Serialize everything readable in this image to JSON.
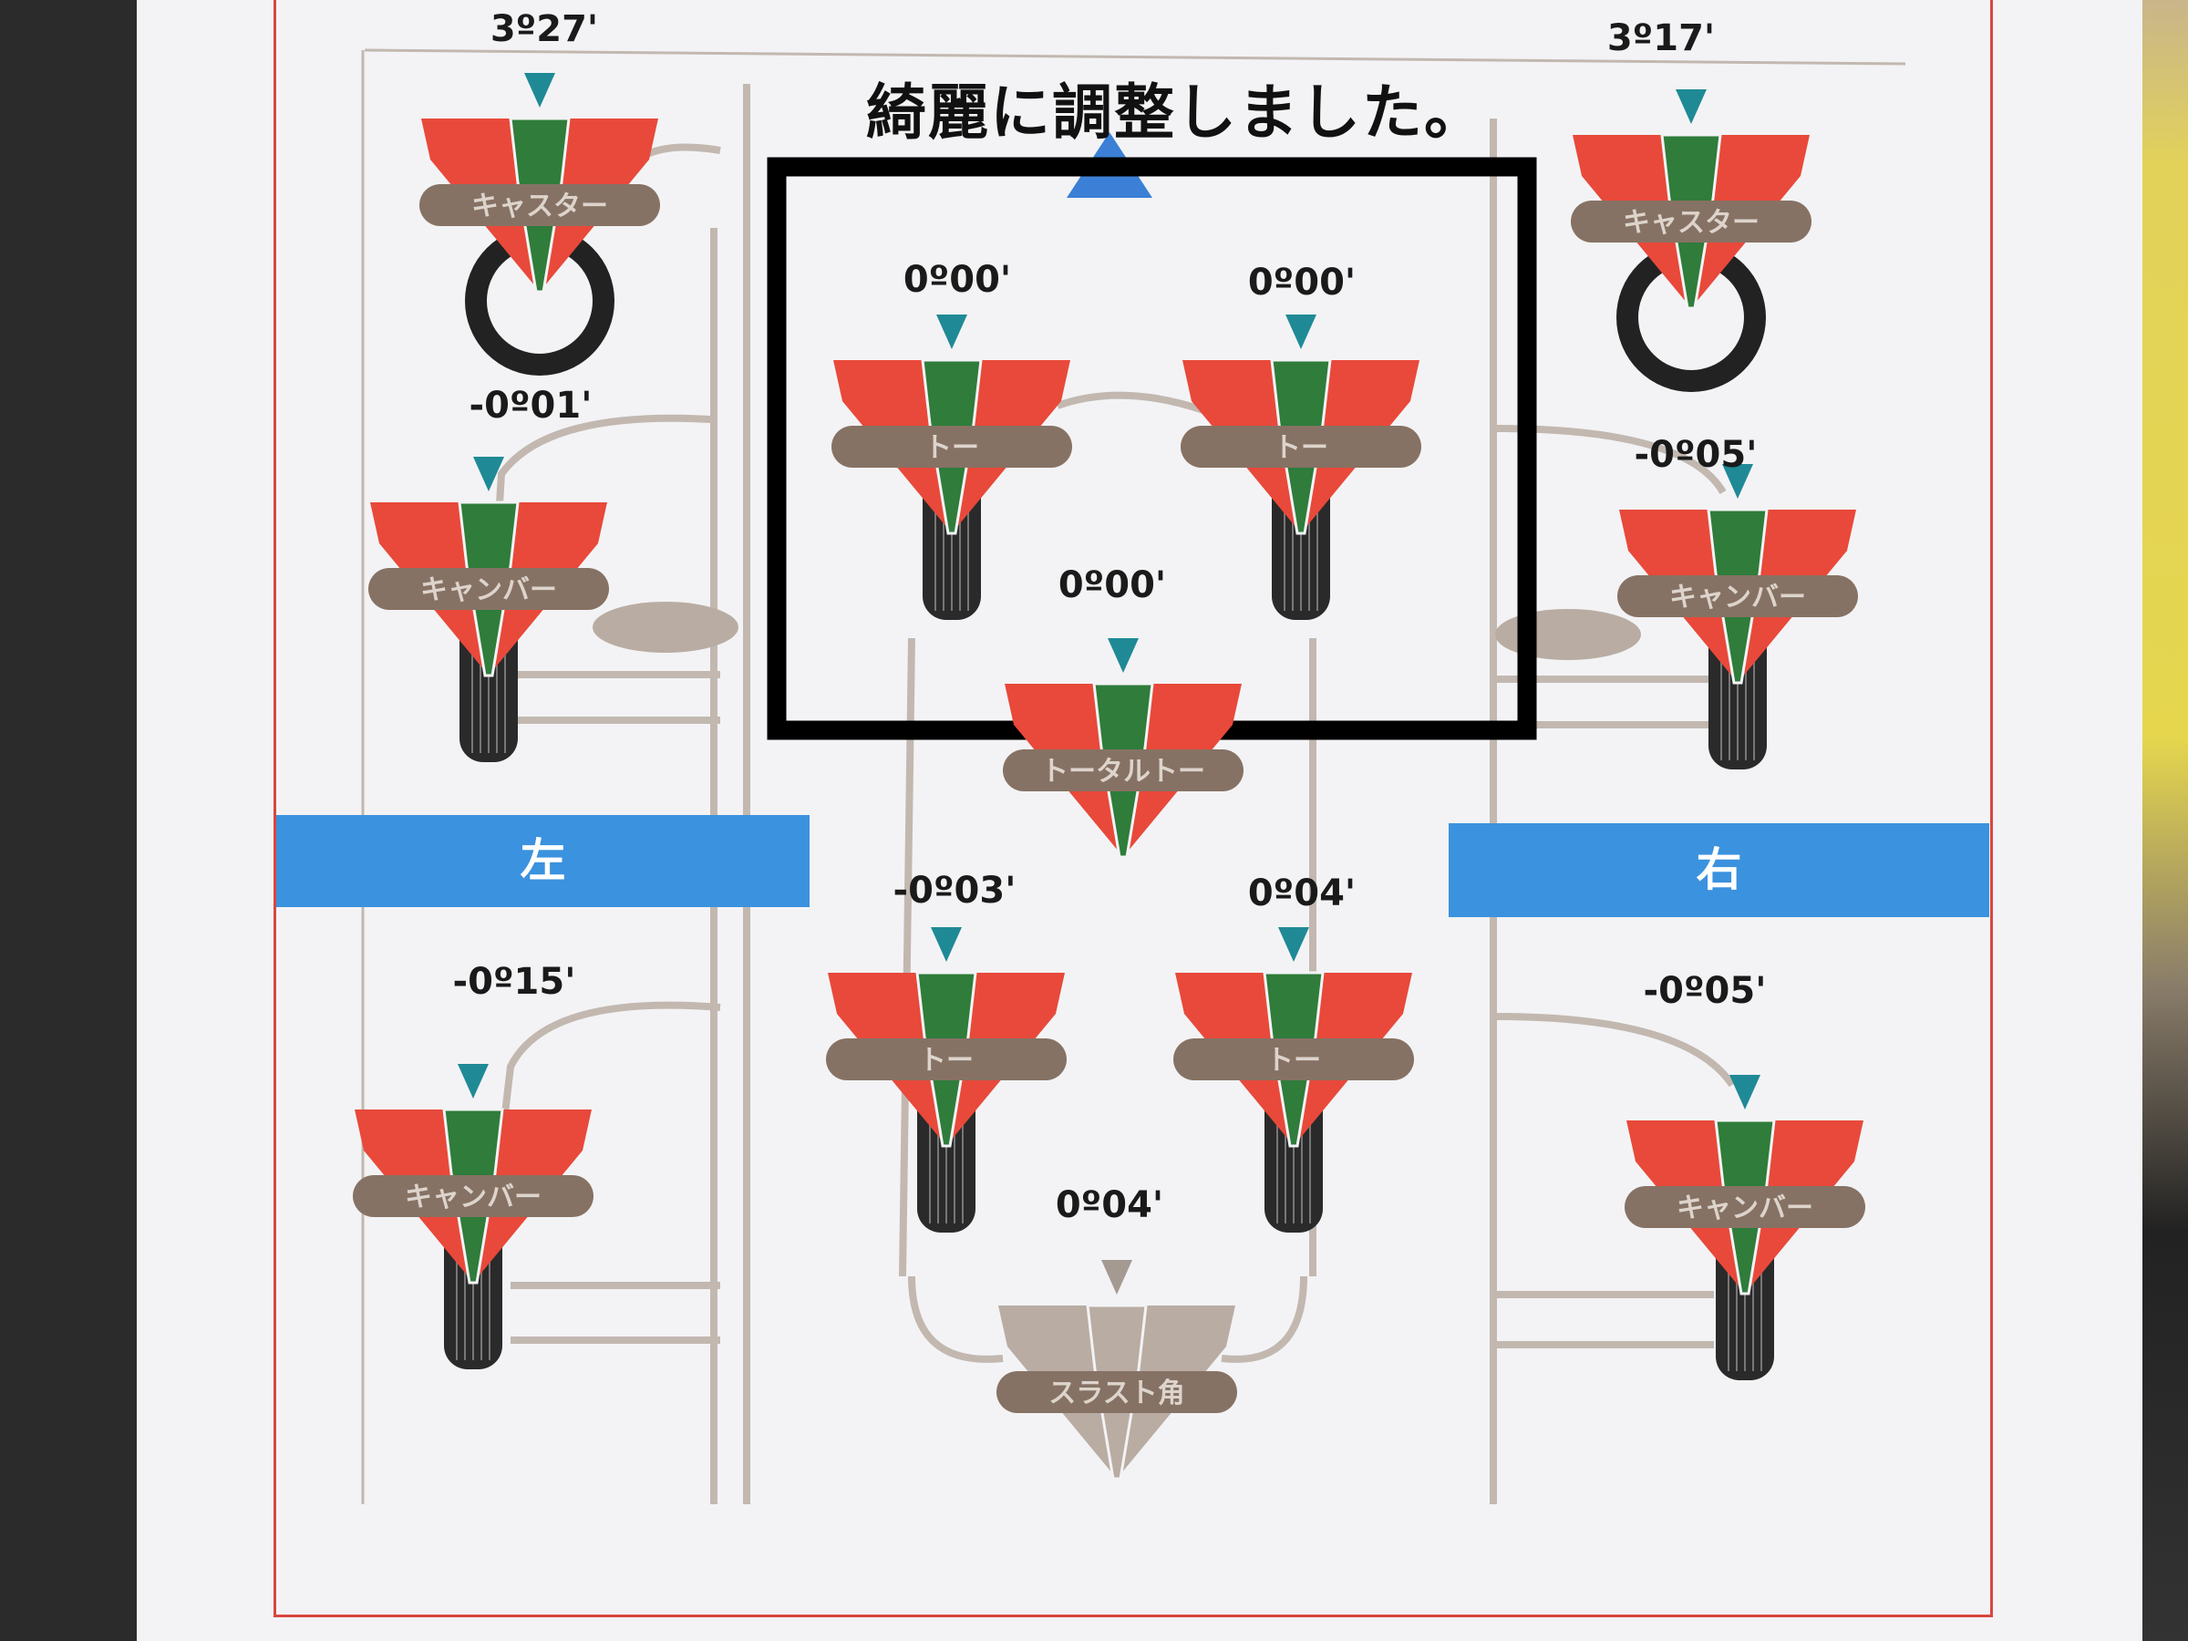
{
  "title": "綺麗に調整しました。",
  "sides": {
    "left": "左",
    "right": "右"
  },
  "colors": {
    "red": "#e8493a",
    "green": "#2f7c3b",
    "teal": "#1f8a96",
    "label_bg": "#867264",
    "blue": "#3b92de"
  },
  "gauges": [
    {
      "id": "caster-front-left",
      "label": "キャスター",
      "value": "3º27'"
    },
    {
      "id": "caster-front-right",
      "label": "キャスター",
      "value": "3º17'"
    },
    {
      "id": "toe-front-left",
      "label": "トー",
      "value": "0º00'"
    },
    {
      "id": "toe-front-right",
      "label": "トー",
      "value": "0º00'"
    },
    {
      "id": "camber-front-left",
      "label": "キャンバー",
      "value": "-0º01'"
    },
    {
      "id": "camber-front-right",
      "label": "キャンバー",
      "value": "-0º05'"
    },
    {
      "id": "total-toe-front",
      "label": "トータルトー",
      "value": "0º00'"
    },
    {
      "id": "toe-rear-left",
      "label": "トー",
      "value": "-0º03'"
    },
    {
      "id": "toe-rear-right",
      "label": "トー",
      "value": "0º04'"
    },
    {
      "id": "camber-rear-left",
      "label": "キャンバー",
      "value": "-0º15'"
    },
    {
      "id": "camber-rear-right",
      "label": "キャンバー",
      "value": "-0º05'"
    },
    {
      "id": "thrust-angle",
      "label": "スラスト角",
      "value": "0º04'"
    }
  ]
}
